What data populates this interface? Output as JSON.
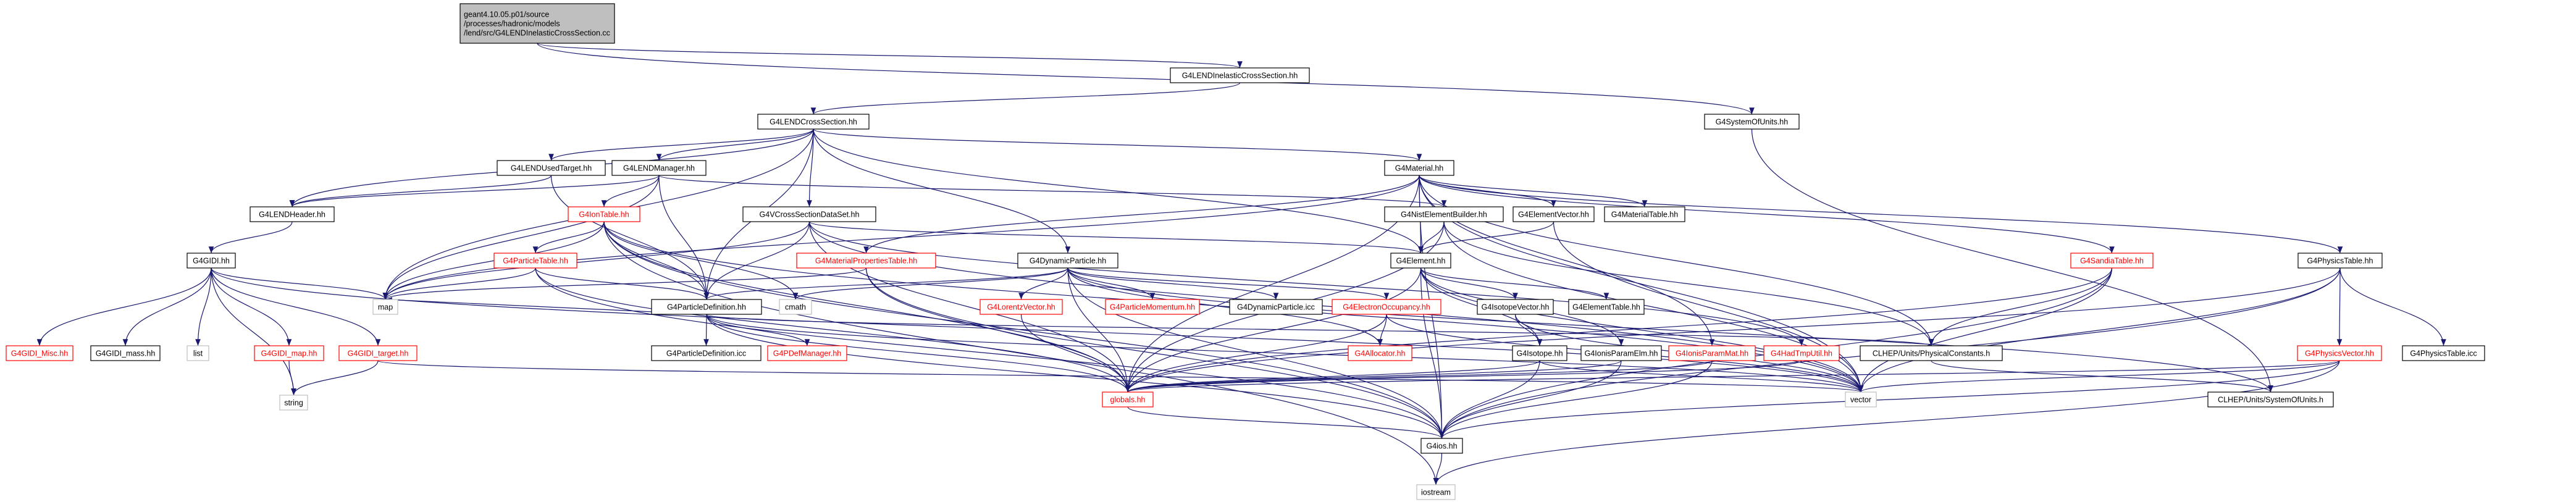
{
  "colors": {
    "edge": "#191970",
    "box_border": "#000000",
    "root_fill": "#bfbfbf",
    "text": "#000000",
    "red_text": "#ff0000",
    "gray_border": "#bfbfbf"
  },
  "nodes": [
    {
      "id": "root",
      "lines": [
        "geant4.10.05.p01/source",
        "/processes/hadronic/models",
        "/lend/src/G4LENDInelasticCrossSection.cc"
      ],
      "style": "root"
    },
    {
      "id": "inel",
      "lines": [
        "G4LENDInelasticCrossSection.hh"
      ],
      "style": "normal"
    },
    {
      "id": "sysunits",
      "lines": [
        "G4SystemOfUnits.hh"
      ],
      "style": "normal"
    },
    {
      "id": "lendcs",
      "lines": [
        "G4LENDCrossSection.hh"
      ],
      "style": "normal"
    },
    {
      "id": "lendused",
      "lines": [
        "G4LENDUsedTarget.hh"
      ],
      "style": "normal"
    },
    {
      "id": "lendmgr",
      "lines": [
        "G4LENDManager.hh"
      ],
      "style": "normal"
    },
    {
      "id": "material",
      "lines": [
        "G4Material.hh"
      ],
      "style": "normal"
    },
    {
      "id": "lendheader",
      "lines": [
        "G4LENDHeader.hh"
      ],
      "style": "normal"
    },
    {
      "id": "iontable",
      "lines": [
        "G4IonTable.hh"
      ],
      "style": "red"
    },
    {
      "id": "vcsds",
      "lines": [
        "G4VCrossSectionDataSet.hh"
      ],
      "style": "normal"
    },
    {
      "id": "nist",
      "lines": [
        "G4NistElementBuilder.hh"
      ],
      "style": "normal"
    },
    {
      "id": "elemvec",
      "lines": [
        "G4ElementVector.hh"
      ],
      "style": "normal"
    },
    {
      "id": "mattable",
      "lines": [
        "G4MaterialTable.hh"
      ],
      "style": "normal"
    },
    {
      "id": "gidi",
      "lines": [
        "G4GIDI.hh"
      ],
      "style": "normal"
    },
    {
      "id": "parttable",
      "lines": [
        "G4ParticleTable.hh"
      ],
      "style": "red"
    },
    {
      "id": "matprops",
      "lines": [
        "G4MaterialPropertiesTable.hh"
      ],
      "style": "red"
    },
    {
      "id": "dynpart",
      "lines": [
        "G4DynamicParticle.hh"
      ],
      "style": "normal"
    },
    {
      "id": "element",
      "lines": [
        "G4Element.hh"
      ],
      "style": "normal"
    },
    {
      "id": "sandia",
      "lines": [
        "G4SandiaTable.hh"
      ],
      "style": "red"
    },
    {
      "id": "phystable",
      "lines": [
        "G4PhysicsTable.hh"
      ],
      "style": "normal"
    },
    {
      "id": "map",
      "lines": [
        "map"
      ],
      "style": "gray"
    },
    {
      "id": "cmath",
      "lines": [
        "cmath"
      ],
      "style": "gray"
    },
    {
      "id": "partdef",
      "lines": [
        "G4ParticleDefinition.hh"
      ],
      "style": "normal"
    },
    {
      "id": "lorentz",
      "lines": [
        "G4LorentzVector.hh"
      ],
      "style": "red"
    },
    {
      "id": "partmom",
      "lines": [
        "G4ParticleMomentum.hh"
      ],
      "style": "red"
    },
    {
      "id": "dynicc",
      "lines": [
        "G4DynamicParticle.icc"
      ],
      "style": "normal"
    },
    {
      "id": "eocc",
      "lines": [
        "G4ElectronOccupancy.hh"
      ],
      "style": "red"
    },
    {
      "id": "isovec",
      "lines": [
        "G4IsotopeVector.hh"
      ],
      "style": "normal"
    },
    {
      "id": "elemtable",
      "lines": [
        "G4ElementTable.hh"
      ],
      "style": "normal"
    },
    {
      "id": "gidimisc",
      "lines": [
        "G4GIDI_Misc.hh"
      ],
      "style": "red"
    },
    {
      "id": "gidimass",
      "lines": [
        "G4GIDI_mass.hh"
      ],
      "style": "normal"
    },
    {
      "id": "list",
      "lines": [
        "list"
      ],
      "style": "gray"
    },
    {
      "id": "gidimap",
      "lines": [
        "G4GIDI_map.hh"
      ],
      "style": "red"
    },
    {
      "id": "gidit",
      "lines": [
        "G4GIDI_target.hh"
      ],
      "style": "red"
    },
    {
      "id": "pdicc",
      "lines": [
        "G4ParticleDefinition.icc"
      ],
      "style": "normal"
    },
    {
      "id": "pdefmgr",
      "lines": [
        "G4PDefManager.hh"
      ],
      "style": "red"
    },
    {
      "id": "allocator",
      "lines": [
        "G4Allocator.hh"
      ],
      "style": "red"
    },
    {
      "id": "ionelm",
      "lines": [
        "G4IonisParamElm.hh"
      ],
      "style": "normal"
    },
    {
      "id": "ionmat",
      "lines": [
        "G4IonisParamMat.hh"
      ],
      "style": "red"
    },
    {
      "id": "hadtmp",
      "lines": [
        "G4HadTmpUtil.hh"
      ],
      "style": "red"
    },
    {
      "id": "isotope",
      "lines": [
        "G4Isotope.hh"
      ],
      "style": "normal"
    },
    {
      "id": "physconst",
      "lines": [
        "CLHEP/Units/PhysicalConstants.h"
      ],
      "style": "normal"
    },
    {
      "id": "physvec",
      "lines": [
        "G4PhysicsVector.hh"
      ],
      "style": "red"
    },
    {
      "id": "physicc",
      "lines": [
        "G4PhysicsTable.icc"
      ],
      "style": "normal"
    },
    {
      "id": "string",
      "lines": [
        "string"
      ],
      "style": "gray"
    },
    {
      "id": "globals",
      "lines": [
        "globals.hh"
      ],
      "style": "red"
    },
    {
      "id": "vector",
      "lines": [
        "vector"
      ],
      "style": "gray"
    },
    {
      "id": "clhepsys",
      "lines": [
        "CLHEP/Units/SystemOfUnits.h"
      ],
      "style": "normal"
    },
    {
      "id": "g4ios",
      "lines": [
        "G4ios.hh"
      ],
      "style": "normal"
    },
    {
      "id": "iostream",
      "lines": [
        "iostream"
      ],
      "style": "gray"
    }
  ],
  "edges": [
    [
      "root",
      "inel"
    ],
    [
      "root",
      "sysunits"
    ],
    [
      "inel",
      "lendcs"
    ],
    [
      "sysunits",
      "clhepsys"
    ],
    [
      "lendcs",
      "lendused"
    ],
    [
      "lendcs",
      "lendmgr"
    ],
    [
      "lendcs",
      "material"
    ],
    [
      "lendcs",
      "lendheader"
    ],
    [
      "lendcs",
      "vcsds"
    ],
    [
      "lendcs",
      "dynpart"
    ],
    [
      "lendcs",
      "element"
    ],
    [
      "lendcs",
      "partdef"
    ],
    [
      "lendcs",
      "map"
    ],
    [
      "lendused",
      "lendheader"
    ],
    [
      "lendused",
      "partdef"
    ],
    [
      "lendmgr",
      "lendheader"
    ],
    [
      "lendmgr",
      "iontable"
    ],
    [
      "lendmgr",
      "nist"
    ],
    [
      "lendmgr",
      "partdef"
    ],
    [
      "lendmgr",
      "map"
    ],
    [
      "lendheader",
      "gidi"
    ],
    [
      "material",
      "matprops"
    ],
    [
      "material",
      "elemvec"
    ],
    [
      "material",
      "mattable"
    ],
    [
      "material",
      "element"
    ],
    [
      "material",
      "sandia"
    ],
    [
      "material",
      "ionmat"
    ],
    [
      "material",
      "vector"
    ],
    [
      "material",
      "globals"
    ],
    [
      "material",
      "g4ios"
    ],
    [
      "material",
      "map"
    ],
    [
      "material",
      "physconst"
    ],
    [
      "material",
      "phystable"
    ],
    [
      "iontable",
      "parttable"
    ],
    [
      "iontable",
      "partdef"
    ],
    [
      "iontable",
      "map"
    ],
    [
      "iontable",
      "globals"
    ],
    [
      "iontable",
      "g4ios"
    ],
    [
      "iontable",
      "vector"
    ],
    [
      "iontable",
      "cmath"
    ],
    [
      "iontable",
      "iostream"
    ],
    [
      "vcsds",
      "partdef"
    ],
    [
      "vcsds",
      "element"
    ],
    [
      "vcsds",
      "globals"
    ],
    [
      "vcsds",
      "hadtmp"
    ],
    [
      "vcsds",
      "map"
    ],
    [
      "vcsds",
      "vector"
    ],
    [
      "nist",
      "element"
    ],
    [
      "nist",
      "globals"
    ],
    [
      "nist",
      "physconst"
    ],
    [
      "nist",
      "vector"
    ],
    [
      "elemvec",
      "element"
    ],
    [
      "elemvec",
      "vector"
    ],
    [
      "gidi",
      "gidimisc"
    ],
    [
      "gidi",
      "gidimass"
    ],
    [
      "gidi",
      "list"
    ],
    [
      "gidi",
      "gidimap"
    ],
    [
      "gidi",
      "gidit"
    ],
    [
      "gidi",
      "string"
    ],
    [
      "gidi",
      "vector"
    ],
    [
      "gidi",
      "map"
    ],
    [
      "parttable",
      "partdef"
    ],
    [
      "parttable",
      "globals"
    ],
    [
      "parttable",
      "map"
    ],
    [
      "parttable",
      "g4ios"
    ],
    [
      "matprops",
      "map"
    ],
    [
      "matprops",
      "globals"
    ],
    [
      "matprops",
      "g4ios"
    ],
    [
      "dynpart",
      "cmath"
    ],
    [
      "dynpart",
      "partdef"
    ],
    [
      "dynpart",
      "lorentz"
    ],
    [
      "dynpart",
      "partmom"
    ],
    [
      "dynpart",
      "dynicc"
    ],
    [
      "dynpart",
      "eocc"
    ],
    [
      "dynpart",
      "allocator"
    ],
    [
      "dynpart",
      "globals"
    ],
    [
      "dynpart",
      "g4ios"
    ],
    [
      "dynpart",
      "clhepsys"
    ],
    [
      "element",
      "isovec"
    ],
    [
      "element",
      "elemtable"
    ],
    [
      "element",
      "ionelm"
    ],
    [
      "element",
      "isotope"
    ],
    [
      "element",
      "globals"
    ],
    [
      "element",
      "g4ios"
    ],
    [
      "element",
      "vector"
    ],
    [
      "sandia",
      "physconst"
    ],
    [
      "sandia",
      "globals"
    ],
    [
      "sandia",
      "g4ios"
    ],
    [
      "sandia",
      "vector"
    ],
    [
      "phystable",
      "physvec"
    ],
    [
      "phystable",
      "physicc"
    ],
    [
      "phystable",
      "globals"
    ],
    [
      "phystable",
      "vector"
    ],
    [
      "phystable",
      "g4ios"
    ],
    [
      "partdef",
      "pdicc"
    ],
    [
      "partdef",
      "pdefmgr"
    ],
    [
      "partdef",
      "globals"
    ],
    [
      "partdef",
      "g4ios"
    ],
    [
      "partdef",
      "vector"
    ],
    [
      "partdef",
      "physconst"
    ],
    [
      "partdef",
      "map"
    ],
    [
      "lorentz",
      "globals"
    ],
    [
      "eocc",
      "globals"
    ],
    [
      "eocc",
      "allocator"
    ],
    [
      "eocc",
      "vector"
    ],
    [
      "isovec",
      "isotope"
    ],
    [
      "isovec",
      "vector"
    ],
    [
      "gidimap",
      "string"
    ],
    [
      "gidit",
      "string"
    ],
    [
      "gidit",
      "vector"
    ],
    [
      "ionelm",
      "globals"
    ],
    [
      "ionelm",
      "g4ios"
    ],
    [
      "ionmat",
      "globals"
    ],
    [
      "ionmat",
      "g4ios"
    ],
    [
      "hadtmp",
      "globals"
    ],
    [
      "isotope",
      "globals"
    ],
    [
      "isotope",
      "g4ios"
    ],
    [
      "isotope",
      "vector"
    ],
    [
      "physconst",
      "clhepsys"
    ],
    [
      "physvec",
      "globals"
    ],
    [
      "physvec",
      "g4ios"
    ],
    [
      "physvec",
      "vector"
    ],
    [
      "physvec",
      "iostream"
    ],
    [
      "globals",
      "g4ios"
    ],
    [
      "g4ios",
      "iostream"
    ]
  ]
}
